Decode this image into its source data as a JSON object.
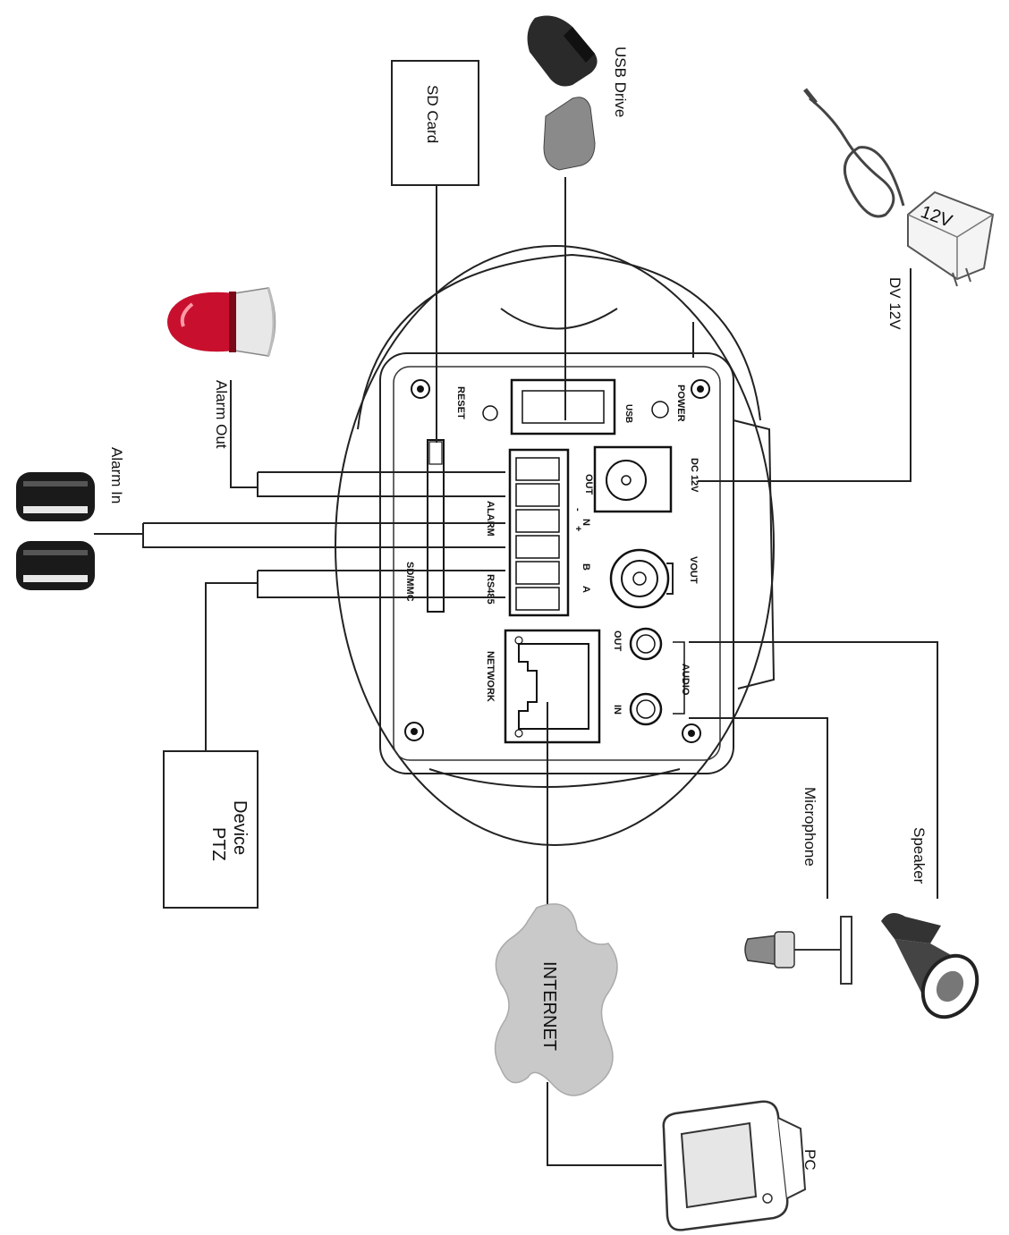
{
  "labels": {
    "sd_card": "SD Card",
    "usb_drive": "USB Drive",
    "alarm_out": "Alarm Out",
    "alarm_in": "Alarm In",
    "ptz_line1": "PTZ",
    "ptz_line2": "Device",
    "internet": "INTERNET",
    "pc": "PC",
    "microphone": "Microphone",
    "speaker": "Speaker",
    "dv12v": "DV 12V",
    "adapter_12v": "12V"
  },
  "panel": {
    "reset": "RESET",
    "usb": "USB",
    "power": "POWER",
    "out": "OUT",
    "alarm": "ALARM",
    "dc12v": "DC 12V",
    "vout": "VOUT",
    "sd_mmc": "SD/MMC",
    "rs485": "RS485",
    "network": "NETWORK",
    "audio": "AUDIO",
    "audio_out": "OUT",
    "audio_in": "IN",
    "pin_a": "A",
    "pin_b": "B",
    "plus": "+",
    "n": "N",
    "minus": "-"
  }
}
